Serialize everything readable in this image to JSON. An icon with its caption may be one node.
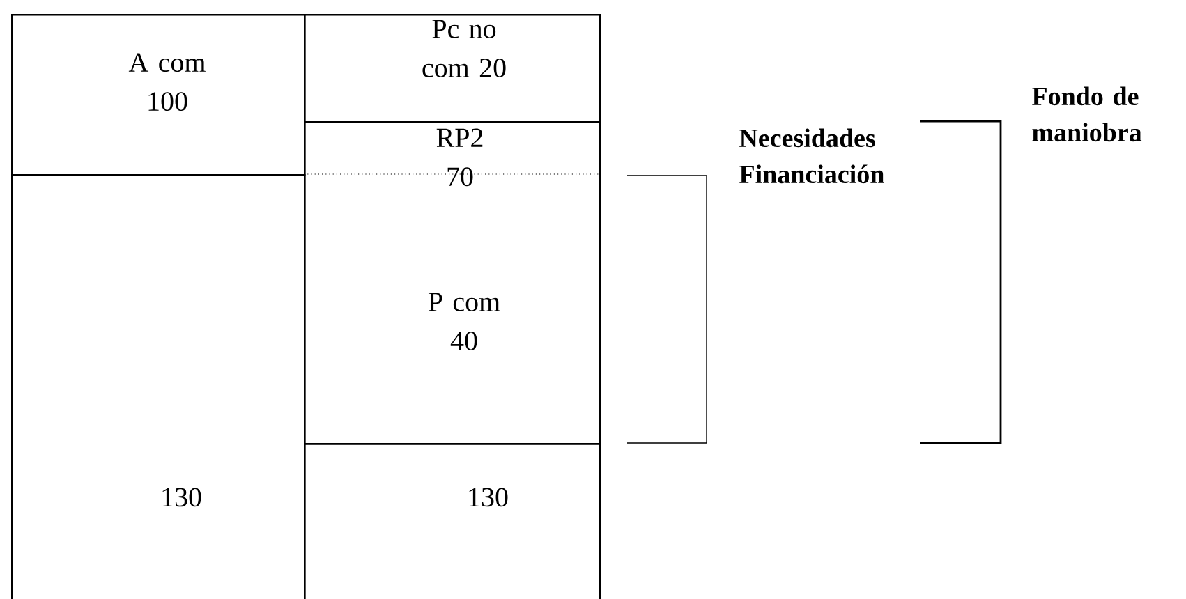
{
  "diagram": {
    "nodes": [
      {
        "text": [
          "A com 100"
        ]
      },
      {
        "text": [
          "130"
        ]
      },
      {
        "text": [
          "Pc no com 20"
        ]
      },
      {
        "text": [
          "RP2 70",
          "P com 40"
        ]
      },
      {
        "text": [
          "130"
        ]
      }
    ],
    "labels": [
      "Necesidades Financiación",
      "Fondo de maniobra"
    ]
  }
}
